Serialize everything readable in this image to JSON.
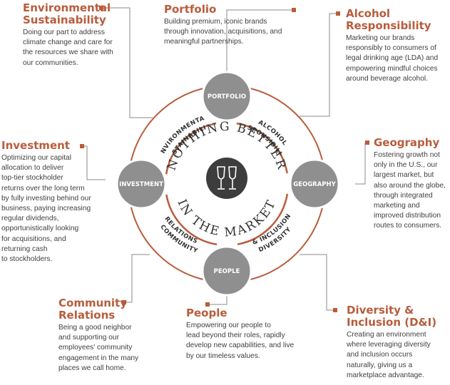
{
  "colors": {
    "accent": "#b85c3c",
    "node": "#8f8f8f",
    "center": "#3d3d3d",
    "ring": "#b85c3c"
  },
  "center": {
    "top_text": "NOTHING BETTER",
    "bottom_text": "IN THE MARKET",
    "icon": "two-wine-glasses-icon"
  },
  "nodes": {
    "portfolio": "PORTFOLIO",
    "investment": "INVESTMENT",
    "geography": "GEOGRAPHY",
    "people": "PEOPLE"
  },
  "ring_labels": {
    "env_line1": "ENVIRONMENTAL",
    "env_line2": "SUSTAINABILITY",
    "alc_line1": "ALCOHOL",
    "alc_line2": "RESPONSIBILITY",
    "comm_line1": "COMMUNITY",
    "comm_line2": "RELATIONS",
    "div_line1": "DIVERSITY",
    "div_line2": "& INCLUSION"
  },
  "blocks": {
    "environmental": {
      "title_line1": "Environmental",
      "title_line2": "Sustainability",
      "text": [
        "Doing our part to address",
        "climate change and care for",
        "the resources we share with",
        "our communities."
      ]
    },
    "portfolio": {
      "title": "Portfolio",
      "text": [
        "Building premium, iconic brands",
        "through innovation, acquisitions, and",
        "meaningful partnerships."
      ]
    },
    "alcohol": {
      "title_line1": "Alcohol",
      "title_line2": "Responsibility",
      "text": [
        "Marketing our brands",
        "responsibly to consumers of",
        "legal drinking age (LDA) and",
        "empowering mindful choices",
        "around beverage alcohol."
      ]
    },
    "investment": {
      "title": "Investment",
      "text": [
        "Optimizing our capital",
        "allocation to deliver",
        "top-tier stockholder",
        "returns over the long term",
        "by fully investing behind our",
        "business, paying increasing",
        "regular dividends,",
        "opportunistically looking",
        "for acquisitions, and",
        "returning cash",
        "to stockholders."
      ]
    },
    "geography": {
      "title": "Geography",
      "text": [
        "Fostering growth not",
        "only in the U.S., our",
        "largest market, but",
        "also around the globe,",
        "through integrated",
        "marketing and",
        "improved distribution",
        "routes to consumers."
      ]
    },
    "community": {
      "title_line1": "Community",
      "title_line2": "Relations",
      "text": [
        "Being a good neighbor",
        "and supporting our",
        "employees' community",
        "engagement in the many",
        "places we call home."
      ]
    },
    "people": {
      "title": "People",
      "text": [
        "Empowering our people to",
        "lead beyond their roles, rapidly",
        "develop new capabilities, and live",
        "by our timeless values."
      ]
    },
    "diversity": {
      "title_line1": "Diversity &",
      "title_line2": "Inclusion (D&I)",
      "text": [
        "Creating an environment",
        "where leveraging diversity",
        "and inclusion occurs",
        "naturally, giving us a",
        "marketplace advantage."
      ]
    }
  }
}
